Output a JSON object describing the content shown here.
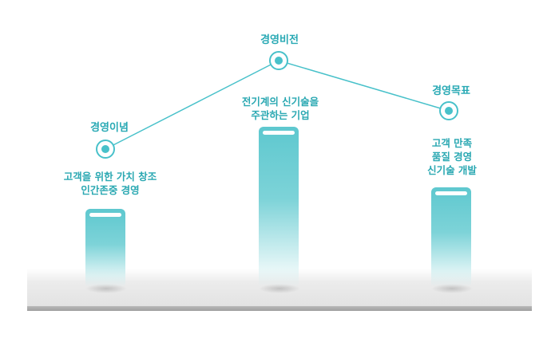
{
  "accent_color": "#48c1ca",
  "stages": [
    {
      "title": "경영이념",
      "desc_lines": [
        "고객을 위한 가치 창조",
        "인간존중 경영"
      ],
      "level": 0.38
    },
    {
      "title": "경영비전",
      "desc_lines": [
        "전기계의 신기술을",
        "주관하는 기업"
      ],
      "level": 0.77
    },
    {
      "title": "경영목표",
      "desc_lines": [
        "고객 만족",
        "품질 경영",
        "신기술 개발"
      ],
      "level": 0.48
    }
  ]
}
